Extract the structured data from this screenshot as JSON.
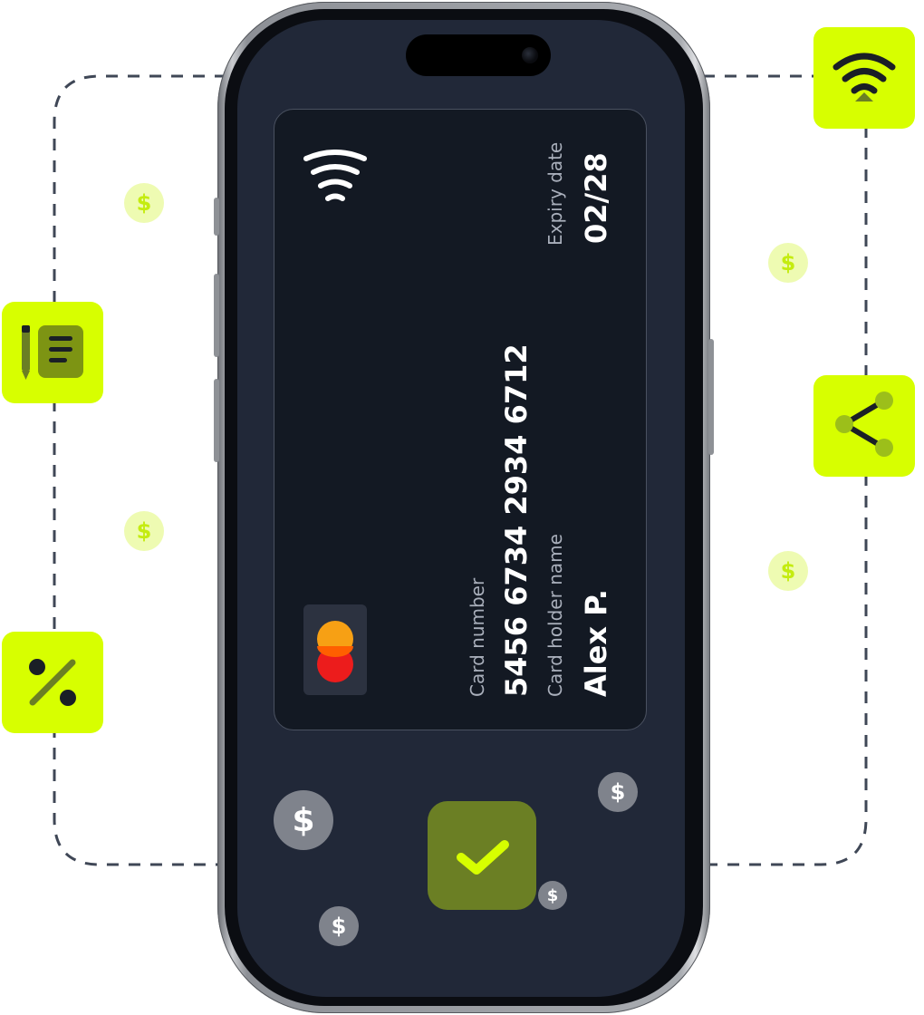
{
  "card": {
    "expiry_label": "Expiry date",
    "expiry_value": "02/28",
    "number_label": "Card number",
    "number_value": "5456 6734 2934 6712",
    "holder_label": "Card holder name",
    "holder_value": "Alex P.",
    "brand_icon": "mastercard-logo-icon",
    "contactless_icon": "contactless-icon"
  },
  "coin_symbol": "$",
  "icons": {
    "top_right": "wifi-icon",
    "left_top": "notes-icon",
    "right_middle": "share-icon",
    "left_bottom": "percent-icon",
    "center": "check-icon"
  },
  "colors": {
    "accent": "#d7ff00",
    "screen": "#212838",
    "card": "#131923",
    "check_tile": "#6b7f24",
    "coin_gray": "#7f838c",
    "coin_light": "#eefbb2"
  }
}
